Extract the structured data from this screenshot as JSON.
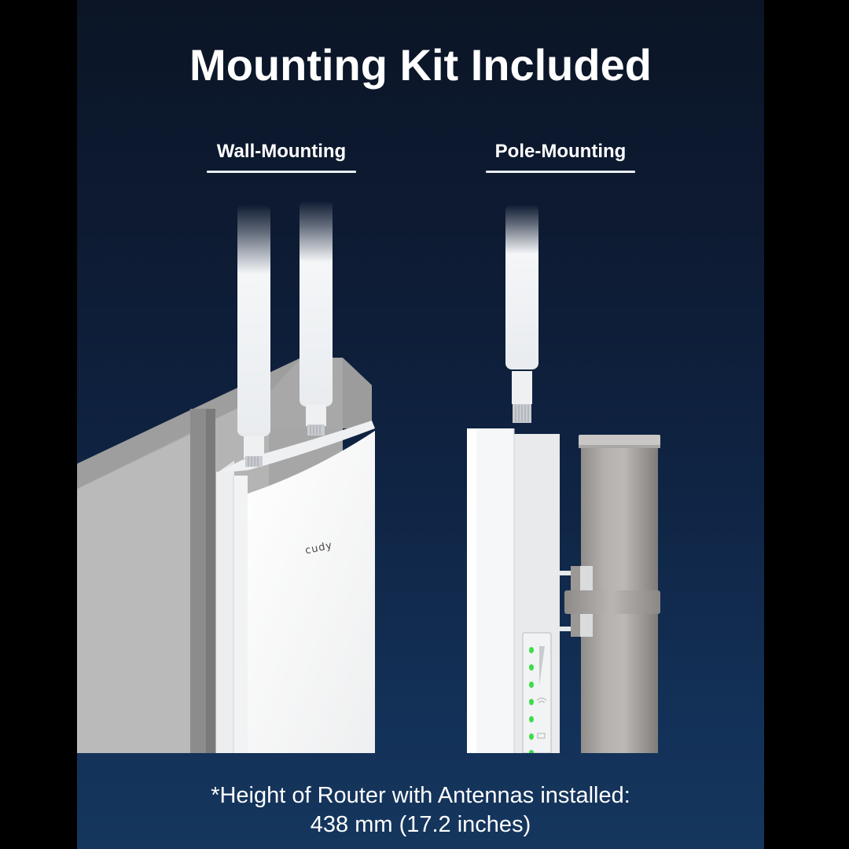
{
  "header": {
    "title": "Mounting Kit Included"
  },
  "sections": [
    {
      "label": "Wall-Mounting",
      "illustration": "router-wall-mount-illustration"
    },
    {
      "label": "Pole-Mounting",
      "illustration": "router-pole-mount-illustration"
    }
  ],
  "product": {
    "brand_logo": "cudy",
    "led_icons": [
      "signal-bar-icon",
      "wifi-icon",
      "5g-icon",
      "monitor-icon"
    ]
  },
  "footnote": {
    "line1": "*Height of Router with Antennas installed:",
    "line2": "438 mm (17.2 inches)"
  },
  "colors": {
    "background_top": "#0b1526",
    "background_bottom": "#15365d",
    "text": "#ffffff",
    "led_green": "#3ddc4a",
    "wall_grey": "#b9b9b9",
    "pole_grey": "#a9a7a5"
  }
}
